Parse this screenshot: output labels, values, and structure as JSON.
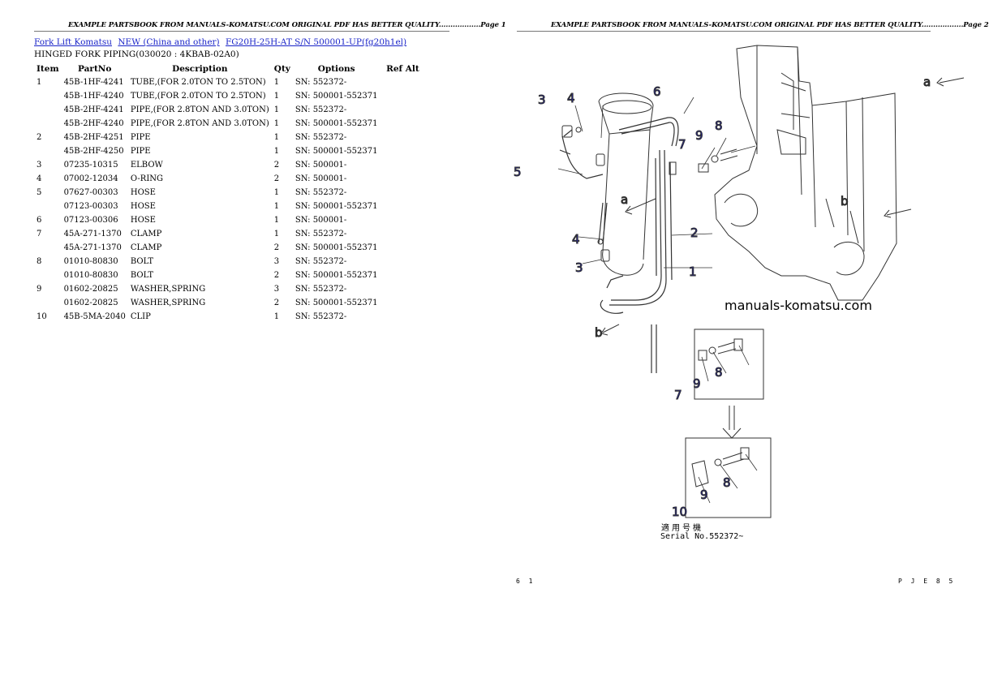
{
  "header": {
    "page1_text": "EXAMPLE PARTSBOOK FROM MANUALS-KOMATSU.COM ORIGINAL PDF HAS BETTER QUALITY..................Page 1",
    "page2_text": "EXAMPLE PARTSBOOK FROM MANUALS-KOMATSU.COM ORIGINAL PDF HAS BETTER QUALITY..................Page 2"
  },
  "breadcrumb": [
    {
      "label": "Fork Lift Komatsu"
    },
    {
      "label": "NEW (China and other)"
    },
    {
      "label": "FG20H-25H-AT S/N 500001-UP(fg20h1el)"
    }
  ],
  "subtitle": "HINGED FORK PIPING(030020 : 4KBAB-02A0)",
  "table": {
    "columns": [
      "Item",
      "PartNo",
      "Description",
      "Qty",
      "Options",
      "Ref Alt"
    ],
    "rows": [
      {
        "item": "1",
        "part": "45B-1HF-4241",
        "desc": "TUBE,(FOR 2.0TON TO 2.5TON)",
        "qty": "1",
        "opt": "SN: 552372-",
        "ref": ""
      },
      {
        "item": "",
        "part": "45B-1HF-4240",
        "desc": "TUBE,(FOR 2.0TON TO 2.5TON)",
        "qty": "1",
        "opt": "SN: 500001-552371",
        "ref": ""
      },
      {
        "item": "",
        "part": "45B-2HF-4241",
        "desc": "PIPE,(FOR 2.8TON AND 3.0TON)",
        "qty": "1",
        "opt": "SN: 552372-",
        "ref": ""
      },
      {
        "item": "",
        "part": "45B-2HF-4240",
        "desc": "PIPE,(FOR 2.8TON AND 3.0TON)",
        "qty": "1",
        "opt": "SN: 500001-552371",
        "ref": ""
      },
      {
        "item": "2",
        "part": "45B-2HF-4251",
        "desc": "PIPE",
        "qty": "1",
        "opt": "SN: 552372-",
        "ref": ""
      },
      {
        "item": "",
        "part": "45B-2HF-4250",
        "desc": "PIPE",
        "qty": "1",
        "opt": "SN: 500001-552371",
        "ref": ""
      },
      {
        "item": "3",
        "part": "07235-10315",
        "desc": "ELBOW",
        "qty": "2",
        "opt": "SN: 500001-",
        "ref": ""
      },
      {
        "item": "4",
        "part": "07002-12034",
        "desc": "O-RING",
        "qty": "2",
        "opt": "SN: 500001-",
        "ref": ""
      },
      {
        "item": "5",
        "part": "07627-00303",
        "desc": "HOSE",
        "qty": "1",
        "opt": "SN: 552372-",
        "ref": ""
      },
      {
        "item": "",
        "part": "07123-00303",
        "desc": "HOSE",
        "qty": "1",
        "opt": "SN: 500001-552371",
        "ref": ""
      },
      {
        "item": "6",
        "part": "07123-00306",
        "desc": "HOSE",
        "qty": "1",
        "opt": "SN: 500001-",
        "ref": ""
      },
      {
        "item": "7",
        "part": "45A-271-1370",
        "desc": "CLAMP",
        "qty": "1",
        "opt": "SN: 552372-",
        "ref": ""
      },
      {
        "item": "",
        "part": "45A-271-1370",
        "desc": "CLAMP",
        "qty": "2",
        "opt": "SN: 500001-552371",
        "ref": ""
      },
      {
        "item": "8",
        "part": "01010-80830",
        "desc": "BOLT",
        "qty": "3",
        "opt": "SN: 552372-",
        "ref": ""
      },
      {
        "item": "",
        "part": "01010-80830",
        "desc": "BOLT",
        "qty": "2",
        "opt": "SN: 500001-552371",
        "ref": ""
      },
      {
        "item": "9",
        "part": "01602-20825",
        "desc": "WASHER,SPRING",
        "qty": "3",
        "opt": "SN: 552372-",
        "ref": ""
      },
      {
        "item": "",
        "part": "01602-20825",
        "desc": "WASHER,SPRING",
        "qty": "2",
        "opt": "SN: 500001-552371",
        "ref": ""
      },
      {
        "item": "10",
        "part": "45B-5MA-2040",
        "desc": "CLIP",
        "qty": "1",
        "opt": "SN: 552372-",
        "ref": ""
      }
    ]
  },
  "drawing": {
    "watermark": "manuals-komatsu.com",
    "serial_jp": "適用号機",
    "serial_no": "Serial No.552372~",
    "footer_left": "6 1",
    "footer_right": "P J E 8 5",
    "callouts": {
      "c1": "1",
      "c2": "2",
      "c3a": "3",
      "c3b": "3",
      "c4a": "4",
      "c4b": "4",
      "c5": "5",
      "c6": "6",
      "c7a": "7",
      "c7b": "7",
      "c8a": "8",
      "c8b": "8",
      "c8c": "8",
      "c9a": "9",
      "c9b": "9",
      "c9c": "9",
      "c10": "10"
    },
    "letters": {
      "a1": "a",
      "a2": "a",
      "b1": "b",
      "b2": "b"
    },
    "callout_color": "#1a1ab8"
  }
}
